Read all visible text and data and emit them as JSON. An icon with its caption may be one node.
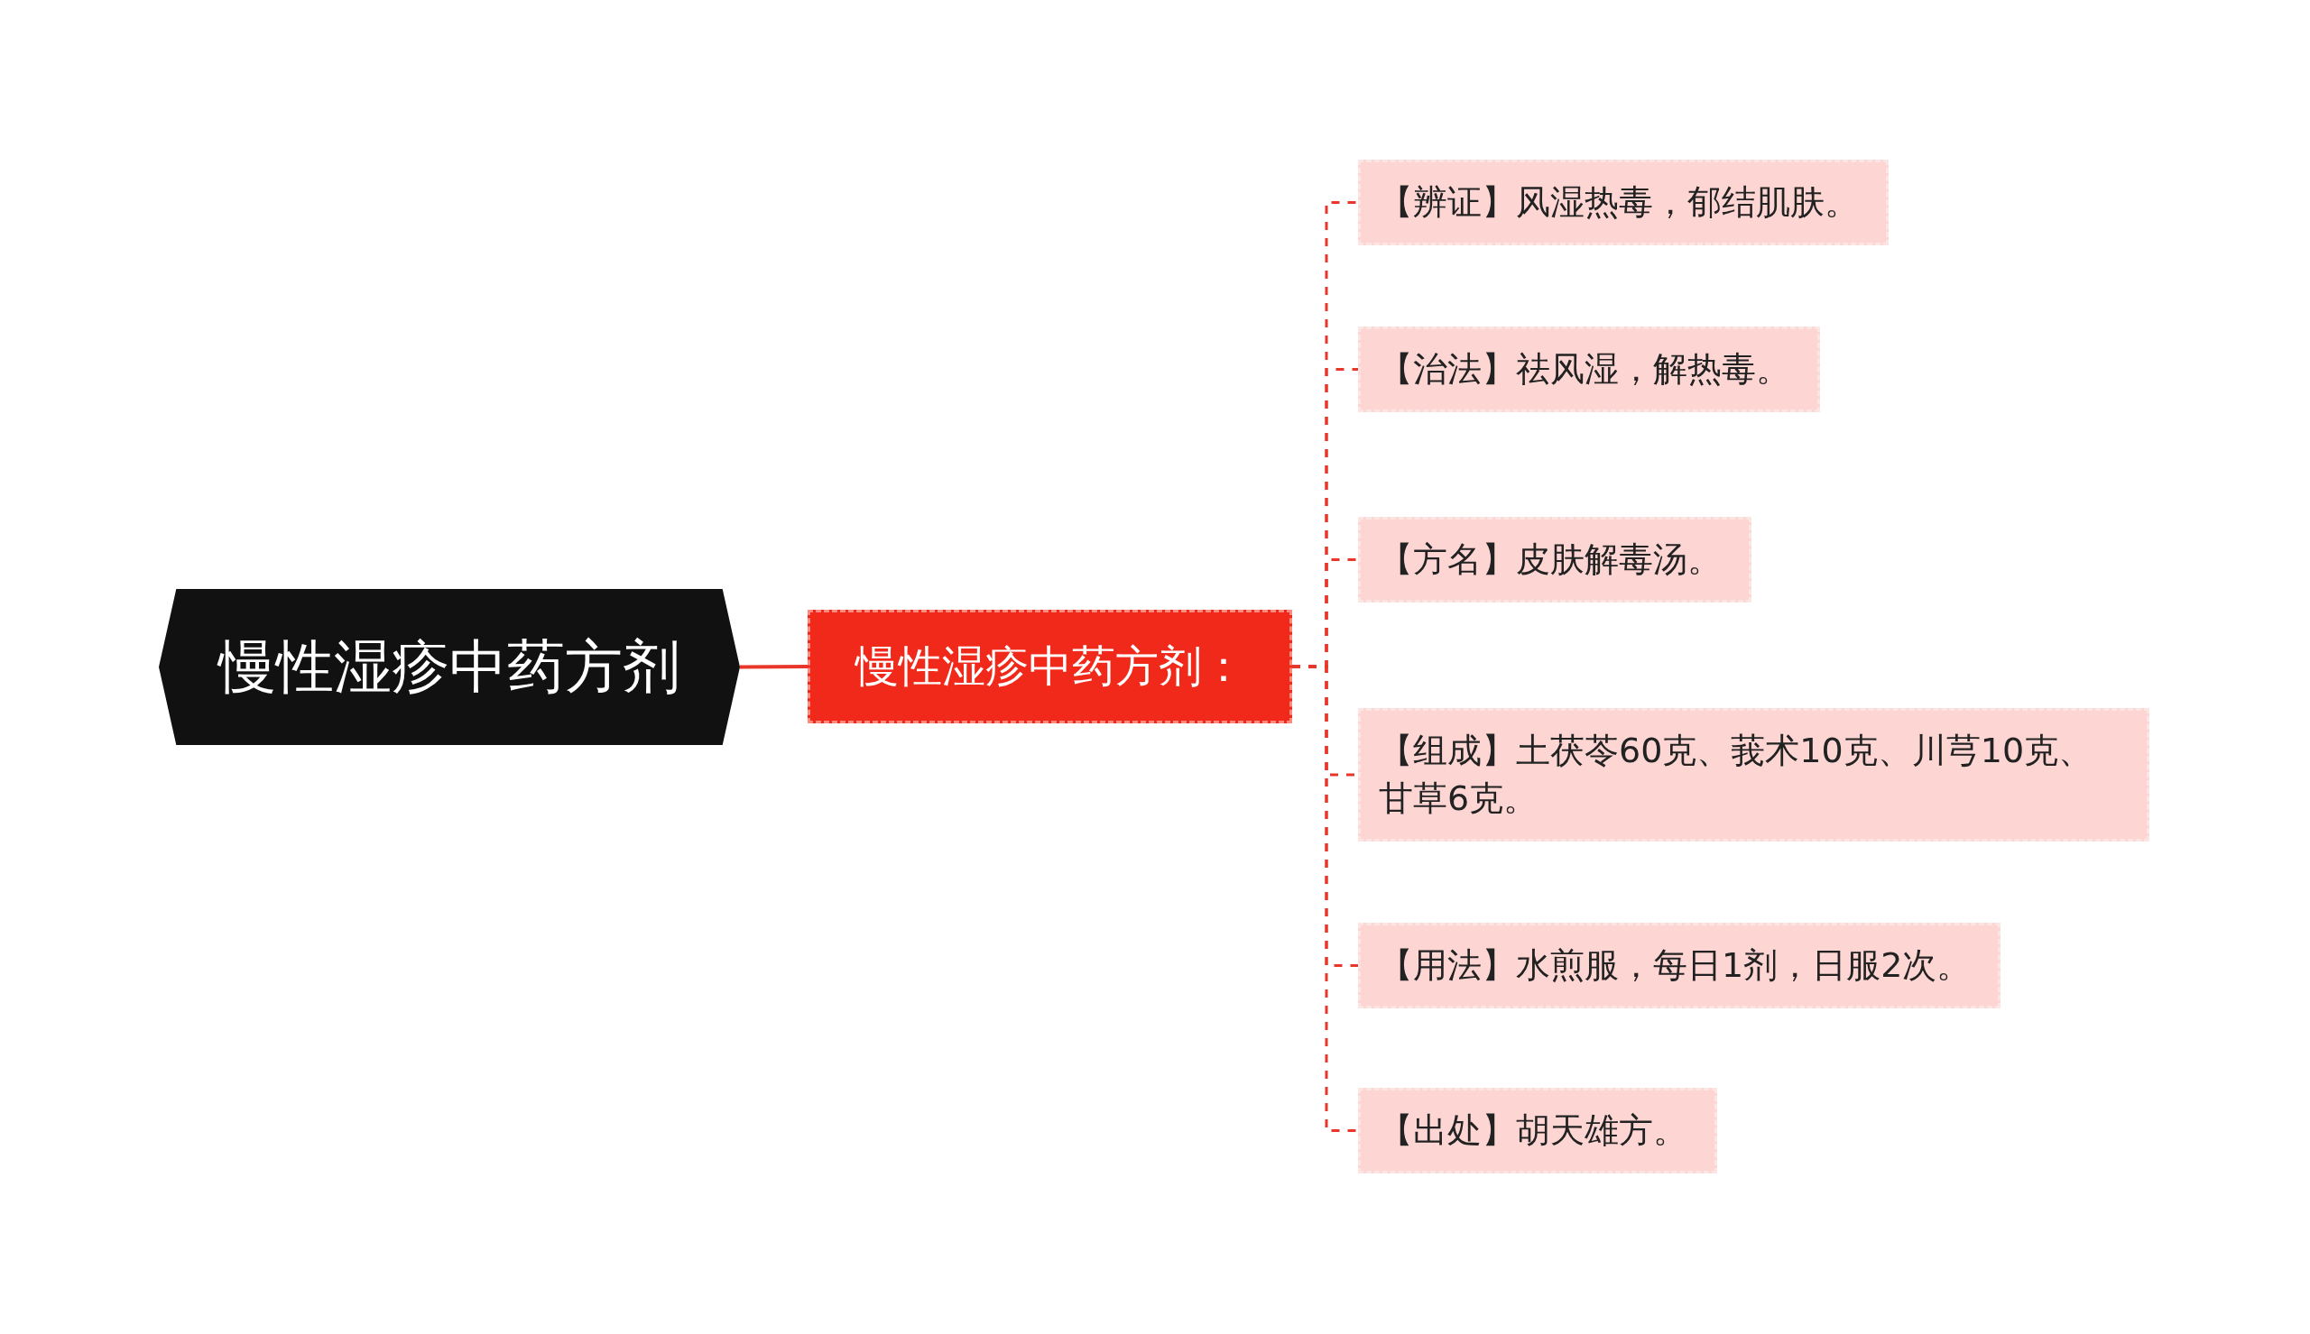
{
  "diagram": {
    "nodes": [
      {
        "text": [
          "慢性湿疹中药方剂"
        ]
      },
      {
        "text": [
          "慢性湿疹中药方剂："
        ]
      },
      {
        "text": [
          "【辨证】风湿热毒，郁结肌肤。"
        ]
      },
      {
        "text": [
          "【治法】祛风湿，解热毒。"
        ]
      },
      {
        "text": [
          "【方名】皮肤解毒汤。"
        ]
      },
      {
        "text": [
          "【组成】土茯苓60克、莪术10克、川芎10克、甘草6克。"
        ]
      },
      {
        "text": [
          "【用法】水煎服，每日1剂，日服2次。"
        ]
      },
      {
        "text": [
          "【出处】胡天雄方。"
        ]
      }
    ],
    "edges": [
      {
        "from": 0,
        "to": 1,
        "arrow": "none"
      },
      {
        "from": 1,
        "to": 2,
        "arrow": "none",
        "style": "dashed"
      },
      {
        "from": 1,
        "to": 3,
        "arrow": "none",
        "style": "dashed"
      },
      {
        "from": 1,
        "to": 4,
        "arrow": "none",
        "style": "dashed"
      },
      {
        "from": 1,
        "to": 5,
        "arrow": "none",
        "style": "dashed"
      },
      {
        "from": 1,
        "to": 6,
        "arrow": "none",
        "style": "dashed"
      },
      {
        "from": 1,
        "to": 7,
        "arrow": "none",
        "style": "dashed"
      }
    ]
  }
}
